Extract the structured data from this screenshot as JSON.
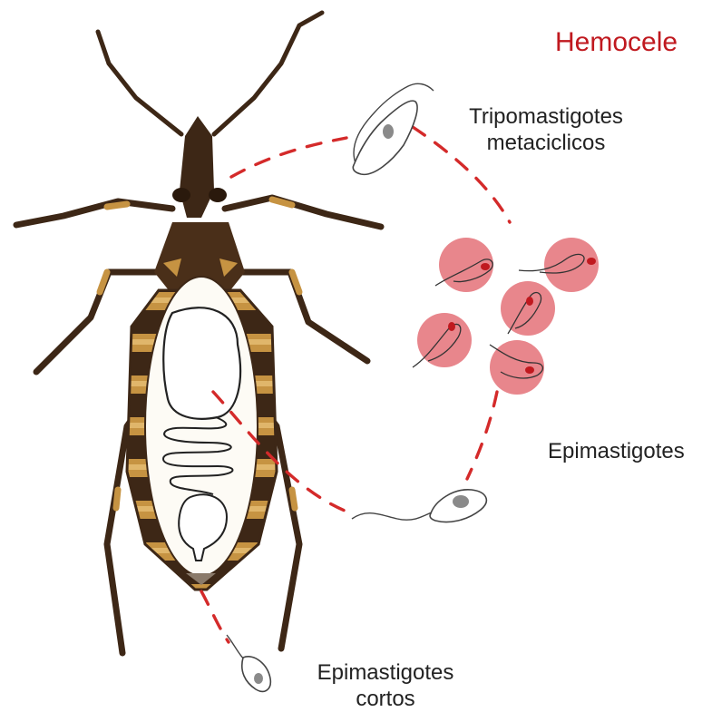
{
  "title": {
    "text": "Hemocele",
    "color": "#c0191f"
  },
  "labels": {
    "tripo_line1": "Tripomastigotes",
    "tripo_line2": "metaciclicos",
    "epi": "Epimastigotes",
    "epi_short_line1": "Epimastigotes",
    "epi_short_line2": "cortos"
  },
  "colors": {
    "dash": "#d42a2a",
    "cell_fill": "#e8868c",
    "bug_dark": "#3d2716",
    "bug_mid": "#5a3a20",
    "bug_tan": "#c69342",
    "gut": "#fdfbf5",
    "nucleus": "#8a8a8a"
  }
}
